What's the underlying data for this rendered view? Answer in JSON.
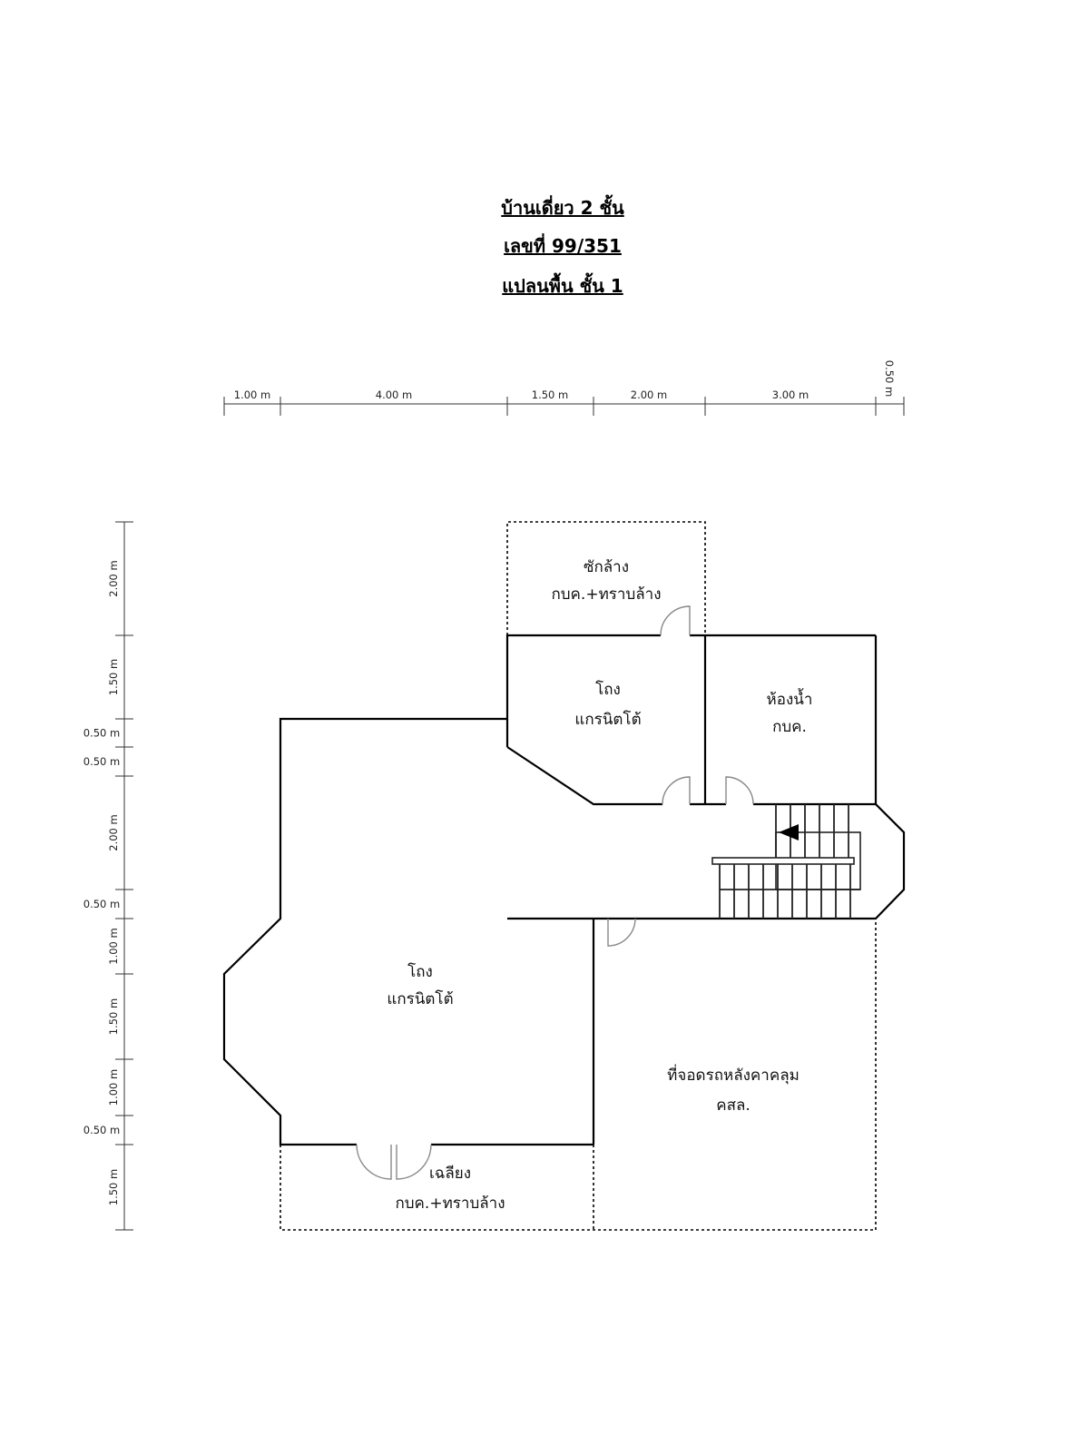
{
  "header": {
    "line1": "บ้านเดี่ยว 2 ชั้น",
    "line2": "เลขที่ 99/351",
    "line3": "แปลนพื้น ชั้น 1"
  },
  "top_dimensions": [
    "1.00 m",
    "4.00 m",
    "1.50 m",
    "2.00 m",
    "3.00 m",
    "0.50 m"
  ],
  "left_dimensions": [
    "2.00 m",
    "1.50 m",
    "0.50 m",
    "0.50 m",
    "2.00 m",
    "0.50 m",
    "1.00 m",
    "1.50 m",
    "1.00 m",
    "0.50 m",
    "1.50 m"
  ],
  "rooms": {
    "laundry": {
      "name": "ซักล้าง",
      "floor": "กบค.+ทราบล้าง"
    },
    "hall_upper": {
      "name": "โถง",
      "floor": "แกรนิตโต้"
    },
    "bathroom": {
      "name": "ห้องน้ำ",
      "floor": "กบค."
    },
    "hall_main": {
      "name": "โถง",
      "floor": "แกรนิตโต้"
    },
    "carport": {
      "name": "ที่จอดรถหลังคาคลุม",
      "floor": "คสล."
    },
    "porch": {
      "name": "เฉลียง",
      "floor": "กบค.+ทราบล้าง"
    }
  }
}
